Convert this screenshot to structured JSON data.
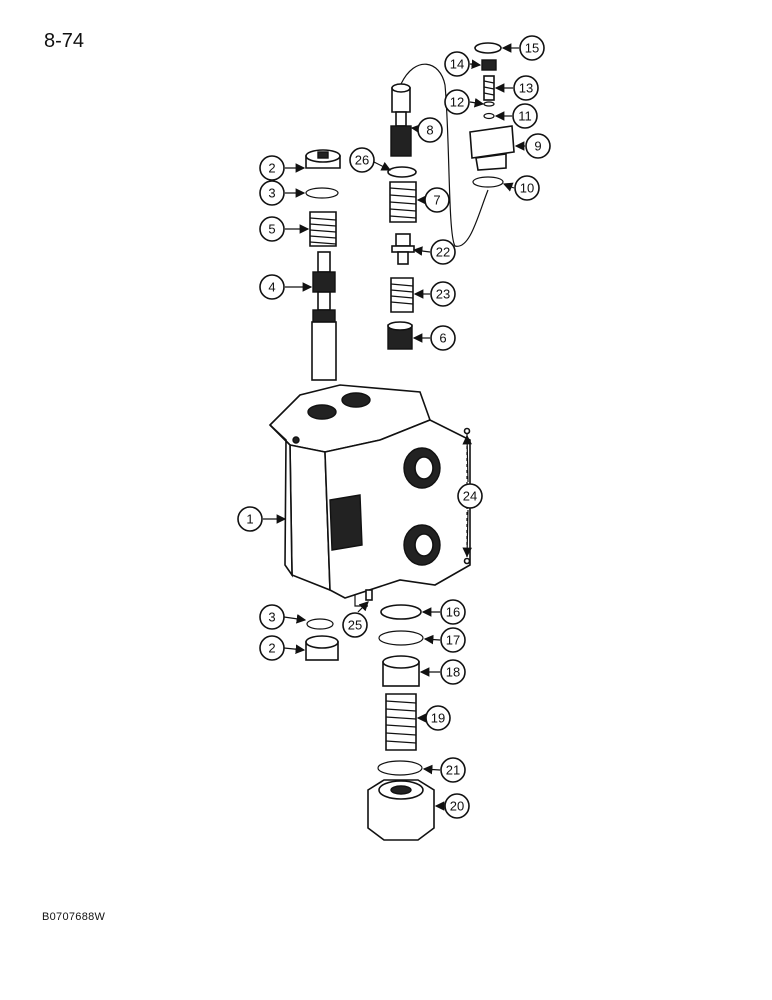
{
  "page_number": "8-74",
  "figure_code": "B0707688W",
  "callouts": [
    "1",
    "2",
    "3",
    "4",
    "5",
    "6",
    "7",
    "8",
    "9",
    "10",
    "11",
    "12",
    "13",
    "14",
    "15",
    "16",
    "17",
    "18",
    "19",
    "20",
    "21",
    "22",
    "23",
    "24",
    "25",
    "26"
  ]
}
